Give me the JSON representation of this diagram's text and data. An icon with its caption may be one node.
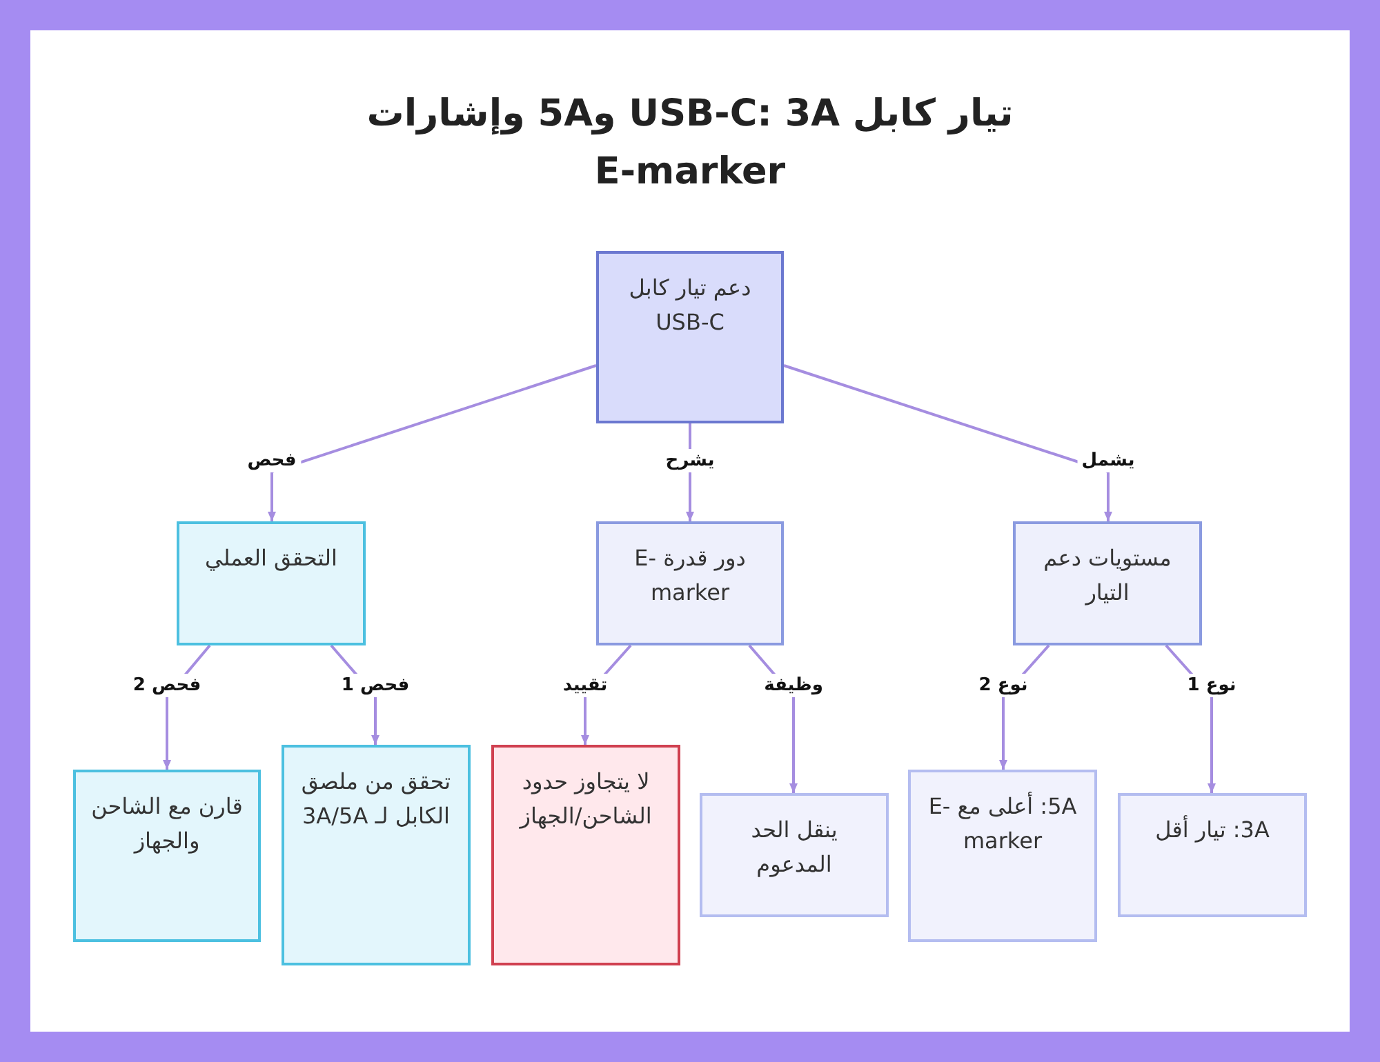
{
  "diagram": {
    "title": "تيار كابل USB-C: 3A و5A وإشارات E-marker",
    "nodes": [
      {
        "text": [
          "دعم تيار كابل USB-C"
        ]
      },
      {
        "text": [
          "التحقق العملي"
        ]
      },
      {
        "text": [
          "دور قدرة E-marker"
        ]
      },
      {
        "text": [
          "مستويات دعم التيار"
        ]
      },
      {
        "text": [
          "قارن مع الشاحن والجهاز"
        ]
      },
      {
        "text": [
          "تحقق من ملصق الكابل لـ 3A/5A"
        ]
      },
      {
        "text": [
          "لا يتجاوز حدود الشاحن/الجهاز"
        ]
      },
      {
        "text": [
          "ينقل الحد المدعوم"
        ]
      },
      {
        "text": [
          "5A: أعلى مع E-marker"
        ]
      },
      {
        "text": [
          "3A: تيار أقل"
        ]
      }
    ],
    "edges": [
      {
        "from": 0,
        "to": 1,
        "arrow": "to",
        "label": "فحص"
      },
      {
        "from": 0,
        "to": 2,
        "arrow": "to",
        "label": "يشرح"
      },
      {
        "from": 0,
        "to": 3,
        "arrow": "to",
        "label": "يشمل"
      },
      {
        "from": 1,
        "to": 4,
        "arrow": "to",
        "label": "فحص 2"
      },
      {
        "from": 1,
        "to": 5,
        "arrow": "to",
        "label": "فحص 1"
      },
      {
        "from": 2,
        "to": 6,
        "arrow": "to",
        "label": "تقييد"
      },
      {
        "from": 2,
        "to": 7,
        "arrow": "to",
        "label": "وظيفة"
      },
      {
        "from": 3,
        "to": 8,
        "arrow": "to",
        "label": "نوع 2"
      },
      {
        "from": 3,
        "to": 9,
        "arrow": "to",
        "label": "نوع 1"
      }
    ]
  }
}
